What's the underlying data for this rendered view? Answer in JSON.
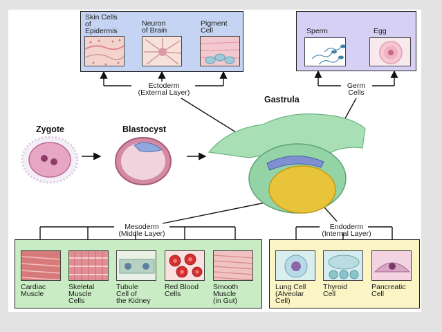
{
  "stages": {
    "zygote": "Zygote",
    "blastocyst": "Blastocyst",
    "gastrula": "Gastrula"
  },
  "ectoderm": {
    "label": "Ectoderm\n(External Layer)",
    "cells": [
      "Skin Cells\nof\nEpidermis",
      "Neuron\nof Brain",
      "Pigment\nCell"
    ]
  },
  "germ": {
    "label": "Germ\nCells",
    "cells": [
      "Sperm",
      "Egg"
    ]
  },
  "mesoderm": {
    "label": "Mesoderm\n(Middle Layer)",
    "cells": [
      "Cardiac\nMuscle",
      "Skeletal\nMuscle\nCells",
      "Tubule\nCell of\nthe Kidney",
      "Red Blood\nCells",
      "Smooth\nMuscle\n(in Gut)"
    ]
  },
  "endoderm": {
    "label": "Endoderm\n(Internal Layer)",
    "cells": [
      "Lung Cell\n(Alveolar\nCell)",
      "Thyroid\nCell",
      "Pancreatic\nCell"
    ]
  },
  "colors": {
    "ectoderm_box": "#c5d4f2",
    "germ_box": "#d7d0f5",
    "mesoderm_box": "#c9ecc4",
    "endoderm_box": "#fbf4c4",
    "gastrula_outer": "#93d3a5",
    "endoderm_yolk": "#e8c43a",
    "ectoderm_layer": "#7f8fd0"
  }
}
